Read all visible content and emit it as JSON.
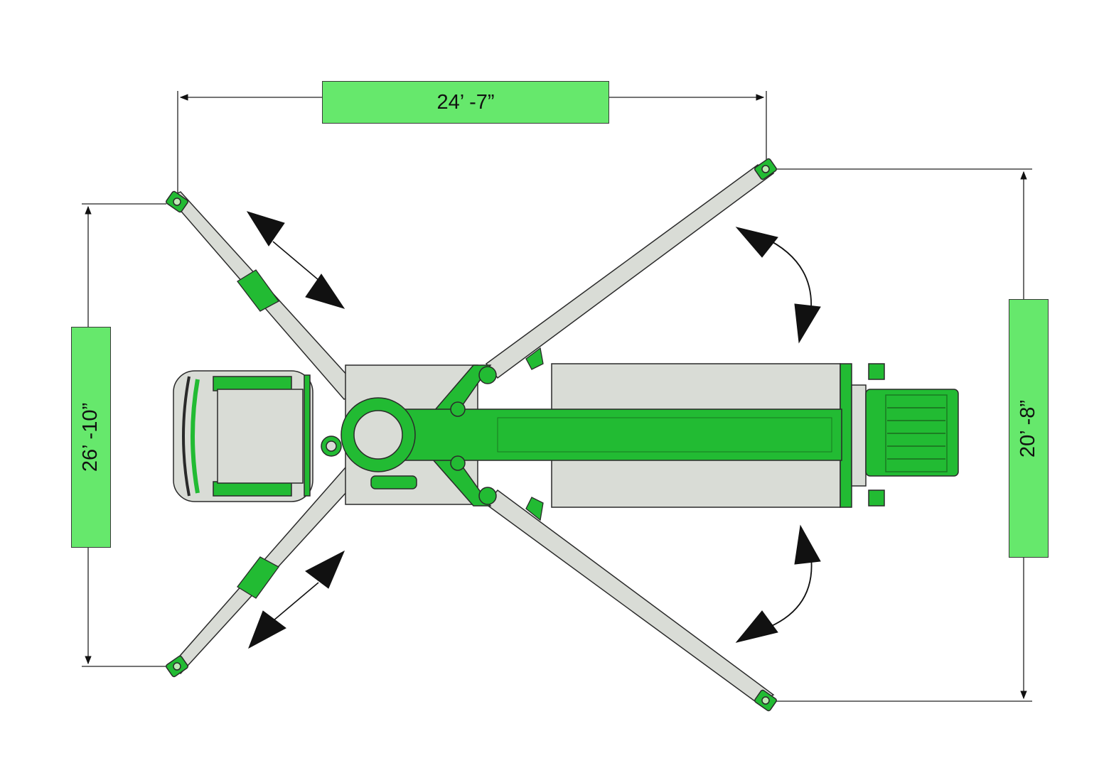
{
  "dimensions": {
    "outrigger_span_width": "24’ -7”",
    "outrigger_span_left": "26’ -10”",
    "outrigger_span_right": "20’ -8”"
  },
  "colors": {
    "accent_green": "#22bb33",
    "label_green": "#66e86c",
    "body_grey": "#d9dcd6",
    "outline": "#2a2a2a"
  }
}
